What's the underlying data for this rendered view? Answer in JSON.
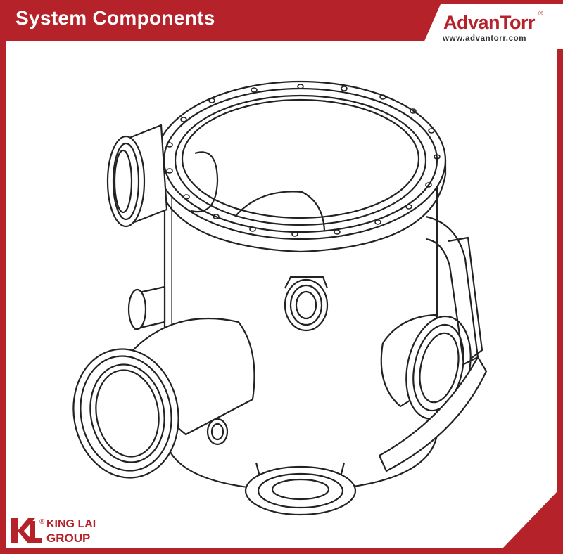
{
  "header": {
    "title": "System Components"
  },
  "brand": {
    "name": "AdvanTorr",
    "registered": "®",
    "url": "www.advantorr.com"
  },
  "footer_logo": {
    "registered": "®",
    "line1": "KING LAI",
    "line2": "GROUP"
  },
  "illustration": {
    "icon": "vacuum-chamber-line-drawing"
  },
  "colors": {
    "brand_red": "#b5222a",
    "panel": "#ffffff",
    "line": "#222222"
  }
}
